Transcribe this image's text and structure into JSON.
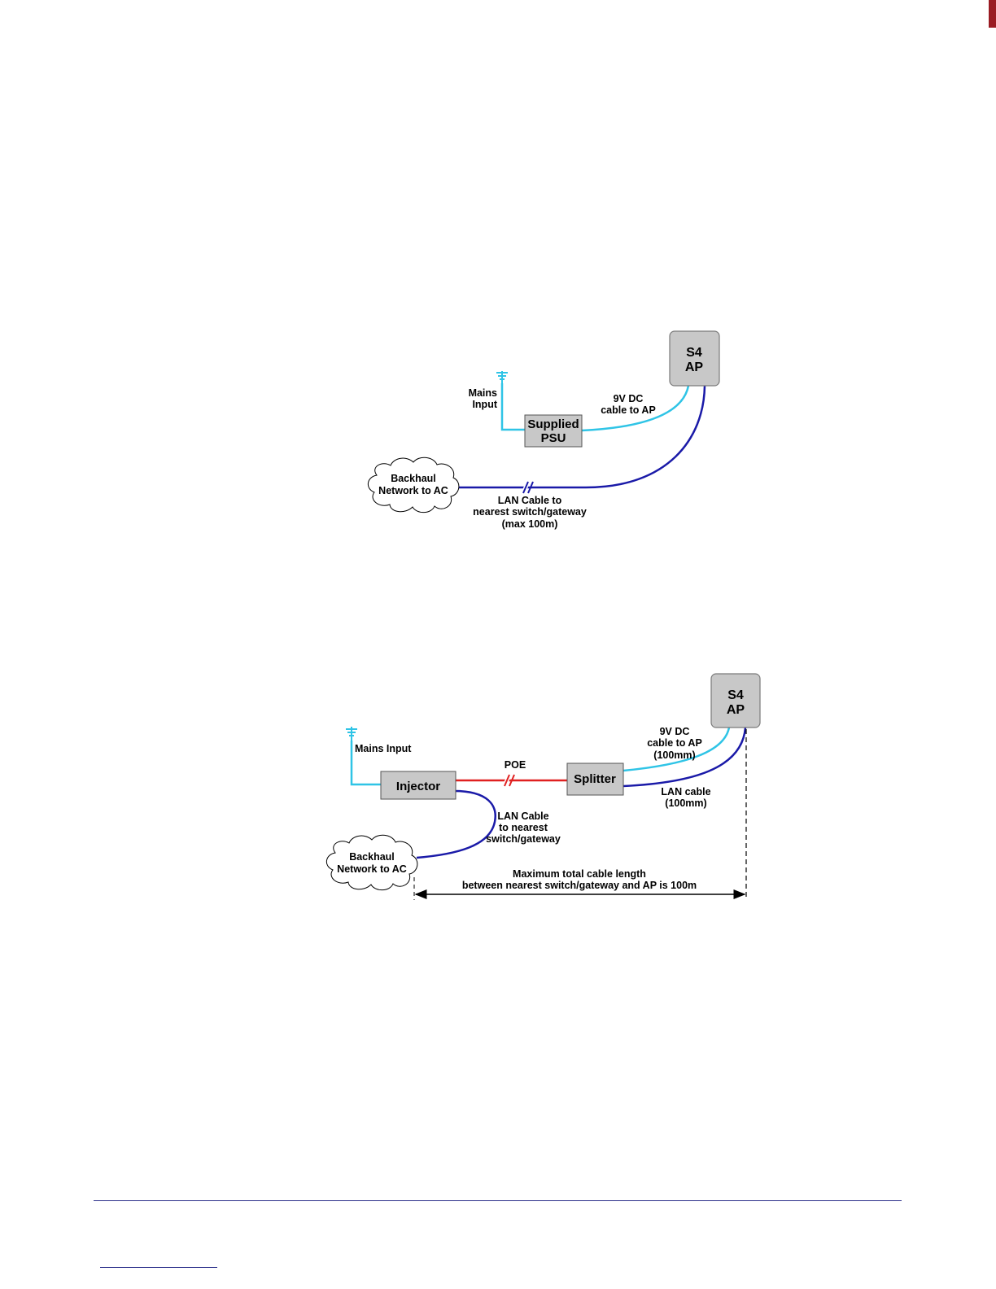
{
  "colors": {
    "dc_cable": "#2fc4e6",
    "lan_cable": "#1a1aa8",
    "poe_cable": "#e02020",
    "box_fill": "#c8c8c8",
    "edge_bar": "#9a1b22",
    "footer_rule": "#2b2f8a"
  },
  "diagram1": {
    "ap": [
      "S4",
      "AP"
    ],
    "psu": [
      "Supplied",
      "PSU"
    ],
    "mains": [
      "Mains",
      "Input"
    ],
    "dc_cable": [
      "9V DC",
      "cable to AP"
    ],
    "backhaul": [
      "Backhaul",
      "Network to AC"
    ],
    "lan_cable": [
      "LAN Cable to",
      "nearest switch/gateway",
      "(max 100m)"
    ]
  },
  "diagram2": {
    "ap": [
      "S4",
      "AP"
    ],
    "mains": "Mains Input",
    "injector": "Injector",
    "poe": "POE",
    "splitter": "Splitter",
    "dc_cable": [
      "9V DC",
      "cable to AP",
      "(100mm)"
    ],
    "lan_short": [
      "LAN cable",
      "(100mm)"
    ],
    "lan_cable": [
      "LAN Cable",
      "to nearest",
      "switch/gateway"
    ],
    "backhaul": [
      "Backhaul",
      "Network to AC"
    ],
    "max_length": [
      "Maximum total cable length",
      "between nearest switch/gateway and AP is 100m"
    ]
  }
}
